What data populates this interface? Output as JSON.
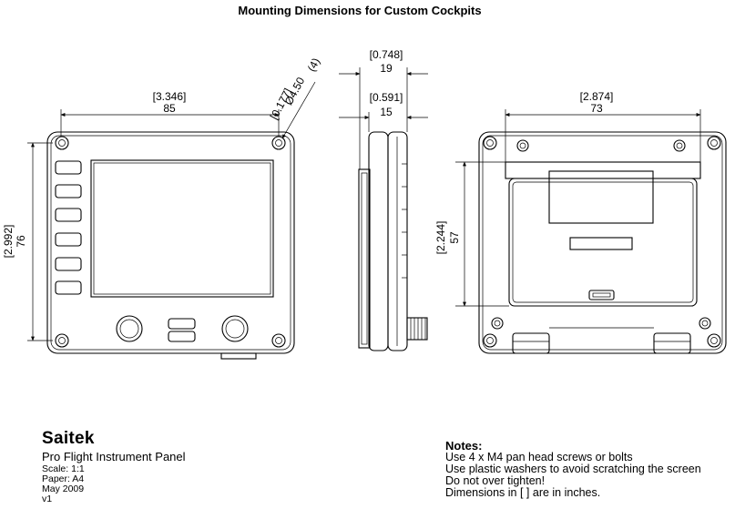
{
  "title": "Mounting Dimensions for Custom Cockpits",
  "front_view": {
    "width_in": "[3.346]",
    "width_mm": "85",
    "height_in": "[2.992]",
    "height_mm": "76",
    "hole_in": "[0.177]",
    "hole_mm": "Ø4.50",
    "hole_count": "(4)"
  },
  "side_view": {
    "depth_total_in": "[0.748]",
    "depth_total_mm": "19",
    "depth_body_in": "[0.591]",
    "depth_body_mm": "15"
  },
  "back_view": {
    "width_in": "[2.874]",
    "width_mm": "73",
    "height_in": "[2.244]",
    "height_mm": "57"
  },
  "title_block": {
    "brand": "Saitek",
    "product": "Pro Flight Instrument Panel",
    "scale": "Scale: 1:1",
    "paper": "Paper: A4",
    "date": "May 2009",
    "version": "v1"
  },
  "notes": {
    "heading": "Notes:",
    "items": [
      "Use 4 x M4 pan head screws or bolts",
      "Use plastic washers to avoid scratching the screen",
      "Do not over tighten!",
      "Dimensions in [ ] are in inches."
    ]
  }
}
